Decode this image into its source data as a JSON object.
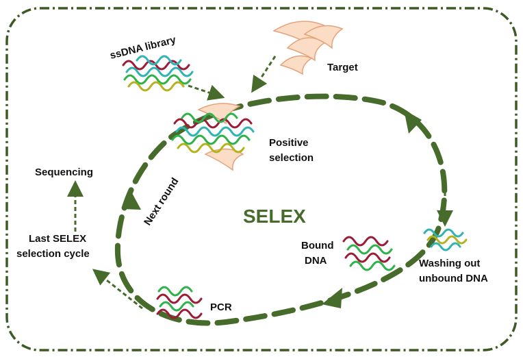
{
  "title": "SELEX",
  "labels": {
    "library": "ssDNA library",
    "target": "Target",
    "positive_1": "Positive",
    "positive_2": "selection",
    "next_round": "Next round",
    "sequencing": "Sequencing",
    "last_1": "Last SELEX",
    "last_2": "selection cycle",
    "bound_1": "Bound",
    "bound_2": "DNA",
    "washing_1": "Washing out",
    "washing_2": "unbound DNA",
    "pcr": "PCR"
  },
  "colors": {
    "frame": "#3d5a24",
    "cycle": "#466b2a",
    "title": "#466b2a",
    "target_fill": "#fbdcc4",
    "target_stroke": "#e4a27c",
    "strand_teal": "#2fb3b3",
    "strand_green": "#2fb24a",
    "strand_red": "#9c1c38",
    "strand_olive": "#b5b21e"
  }
}
